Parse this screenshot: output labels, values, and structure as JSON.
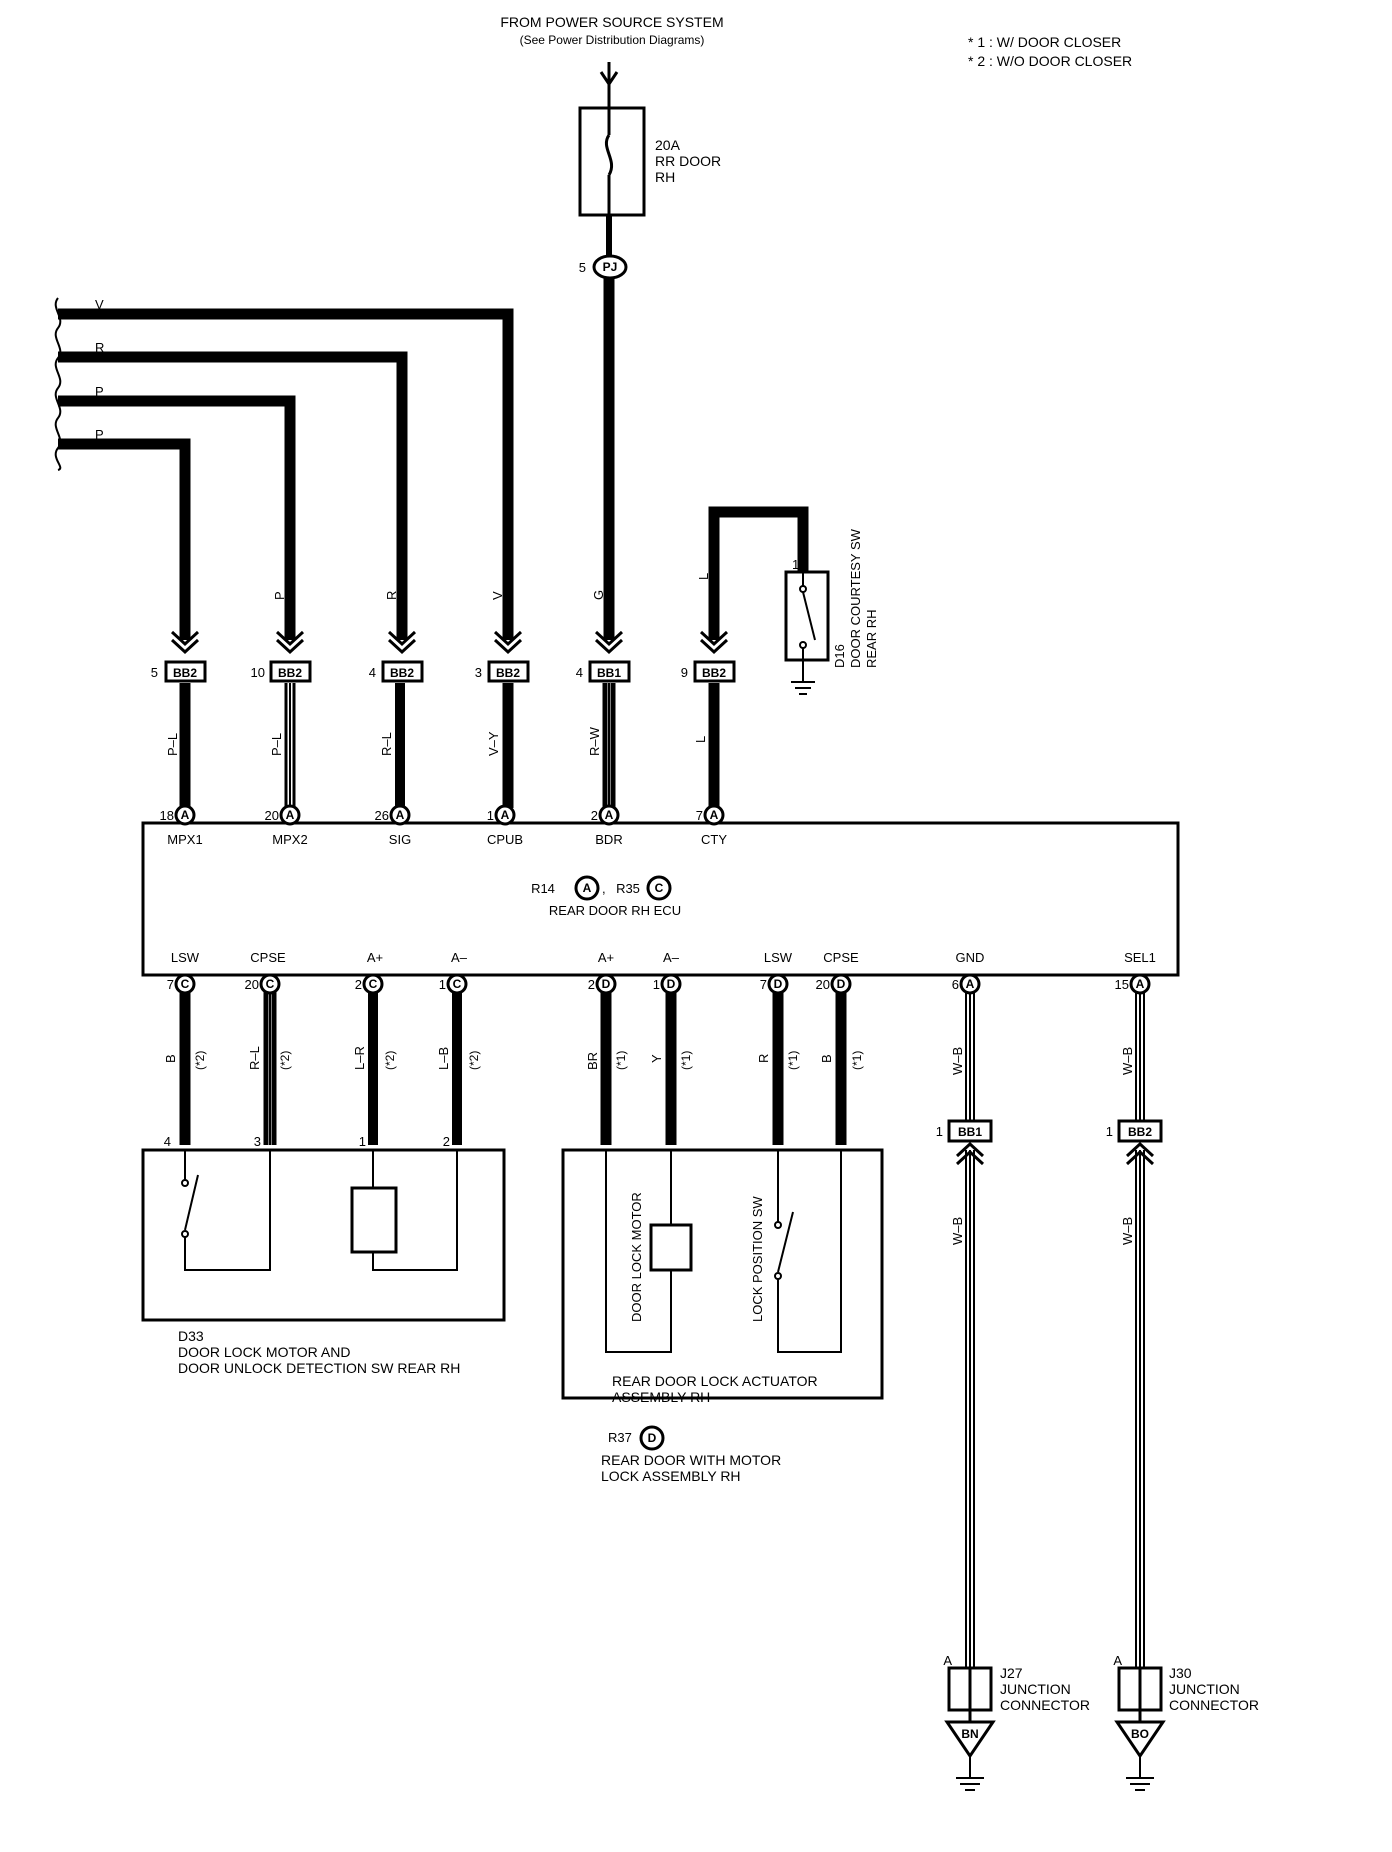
{
  "header": {
    "source_title": "FROM POWER SOURCE SYSTEM",
    "source_subtitle": "(See Power Distribution Diagrams)",
    "note1": "* 1 : W/ DOOR CLOSER",
    "note2": "* 2 : W/O DOOR CLOSER"
  },
  "fuse": {
    "rating": "20A",
    "name1": "RR DOOR",
    "name2": "RH",
    "pin": "5",
    "connector": "PJ"
  },
  "top_wires": [
    {
      "color": "V"
    },
    {
      "color": "R"
    },
    {
      "color": "P"
    },
    {
      "color": "P"
    }
  ],
  "courtesy_switch": {
    "code": "D16",
    "name1": "DOOR COURTESY SW",
    "name2": "REAR RH",
    "pin": "1",
    "wire": "L"
  },
  "ecu": {
    "code_a": "R14",
    "conn_a": "A",
    "code_c": "R35",
    "conn_c": "C",
    "sep": ",",
    "name": "REAR DOOR RH ECU"
  },
  "upper_branches": [
    {
      "in_color": "",
      "junction": "BB2",
      "jpin": "5",
      "out_color": "P–L",
      "pin": "18",
      "conn": "A",
      "terminal": "MPX1"
    },
    {
      "in_color": "P",
      "junction": "BB2",
      "jpin": "10",
      "out_color": "P–L",
      "pin": "20",
      "conn": "A",
      "terminal": "MPX2"
    },
    {
      "in_color": "R",
      "junction": "BB2",
      "jpin": "4",
      "out_color": "R–L",
      "pin": "26",
      "conn": "A",
      "terminal": "SIG"
    },
    {
      "in_color": "V",
      "junction": "BB2",
      "jpin": "3",
      "out_color": "V–Y",
      "pin": "1",
      "conn": "A",
      "terminal": "CPUB"
    },
    {
      "in_color": "G",
      "junction": "BB1",
      "jpin": "4",
      "out_color": "R–W",
      "pin": "2",
      "conn": "A",
      "terminal": "BDR"
    },
    {
      "in_color": "L",
      "junction": "BB2",
      "jpin": "9",
      "out_color": "L",
      "pin": "7",
      "conn": "A",
      "terminal": "CTY"
    }
  ],
  "lower_terminals": [
    {
      "terminal": "LSW",
      "pin": "7",
      "conn": "C",
      "wire": "B",
      "note": "(*2)",
      "cpin": "4"
    },
    {
      "terminal": "CPSE",
      "pin": "20",
      "conn": "C",
      "wire": "R–L",
      "note": "(*2)",
      "cpin": "3"
    },
    {
      "terminal": "A+",
      "pin": "2",
      "conn": "C",
      "wire": "L–R",
      "note": "(*2)",
      "cpin": "1"
    },
    {
      "terminal": "A–",
      "pin": "1",
      "conn": "C",
      "wire": "L–B",
      "note": "(*2)",
      "cpin": "2"
    },
    {
      "terminal": "A+",
      "pin": "2",
      "conn": "D",
      "wire": "BR",
      "note": "(*1)"
    },
    {
      "terminal": "A–",
      "pin": "1",
      "conn": "D",
      "wire": "Y",
      "note": "(*1)"
    },
    {
      "terminal": "LSW",
      "pin": "7",
      "conn": "D",
      "wire": "R",
      "note": "(*1)"
    },
    {
      "terminal": "CPSE",
      "pin": "20",
      "conn": "D",
      "wire": "B",
      "note": "(*1)"
    },
    {
      "terminal": "GND",
      "pin": "6",
      "conn": "A",
      "wire": "W–B",
      "junction": "BB1",
      "jpin": "1",
      "wire2": "W–B",
      "jc_pin": "A",
      "jc_code": "J27",
      "jc_name1": "JUNCTION",
      "jc_name2": "CONNECTOR",
      "ground": "BN"
    },
    {
      "terminal": "SEL1",
      "pin": "15",
      "conn": "A",
      "wire": "W–B",
      "junction": "BB2",
      "jpin": "1",
      "wire2": "W–B",
      "jc_pin": "A",
      "jc_code": "J30",
      "jc_name1": "JUNCTION",
      "jc_name2": "CONNECTOR",
      "ground": "BO"
    }
  ],
  "d33": {
    "code": "D33",
    "line1": "DOOR LOCK MOTOR AND",
    "line2": "DOOR UNLOCK DETECTION SW REAR RH"
  },
  "actuator": {
    "motor_label": "DOOR LOCK MOTOR",
    "switch_label": "LOCK POSITION SW",
    "name1": "REAR DOOR LOCK ACTUATOR",
    "name2": "ASSEMBLY RH",
    "code": "R37",
    "conn": "D",
    "assy1": "REAR DOOR WITH MOTOR",
    "assy2": "LOCK ASSEMBLY RH"
  }
}
